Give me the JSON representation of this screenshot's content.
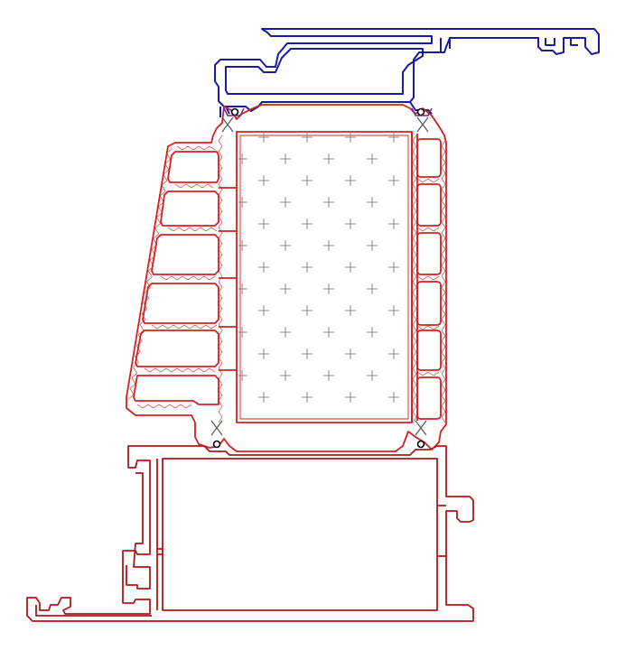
{
  "colors": {
    "background": "#ffffff",
    "top_profile": "#1a1aa6",
    "sash_profile": "#d42020",
    "frame_profile": "#b01818",
    "insulation_cross": "#8a8a8a",
    "gasket": "#000000",
    "hatch": "#d42020"
  },
  "diagram": {
    "drawing_type": "window profile cross-section",
    "components": [
      "top-cover-profile",
      "sash-profile",
      "insulation-infill",
      "frame-profile",
      "gaskets"
    ]
  }
}
